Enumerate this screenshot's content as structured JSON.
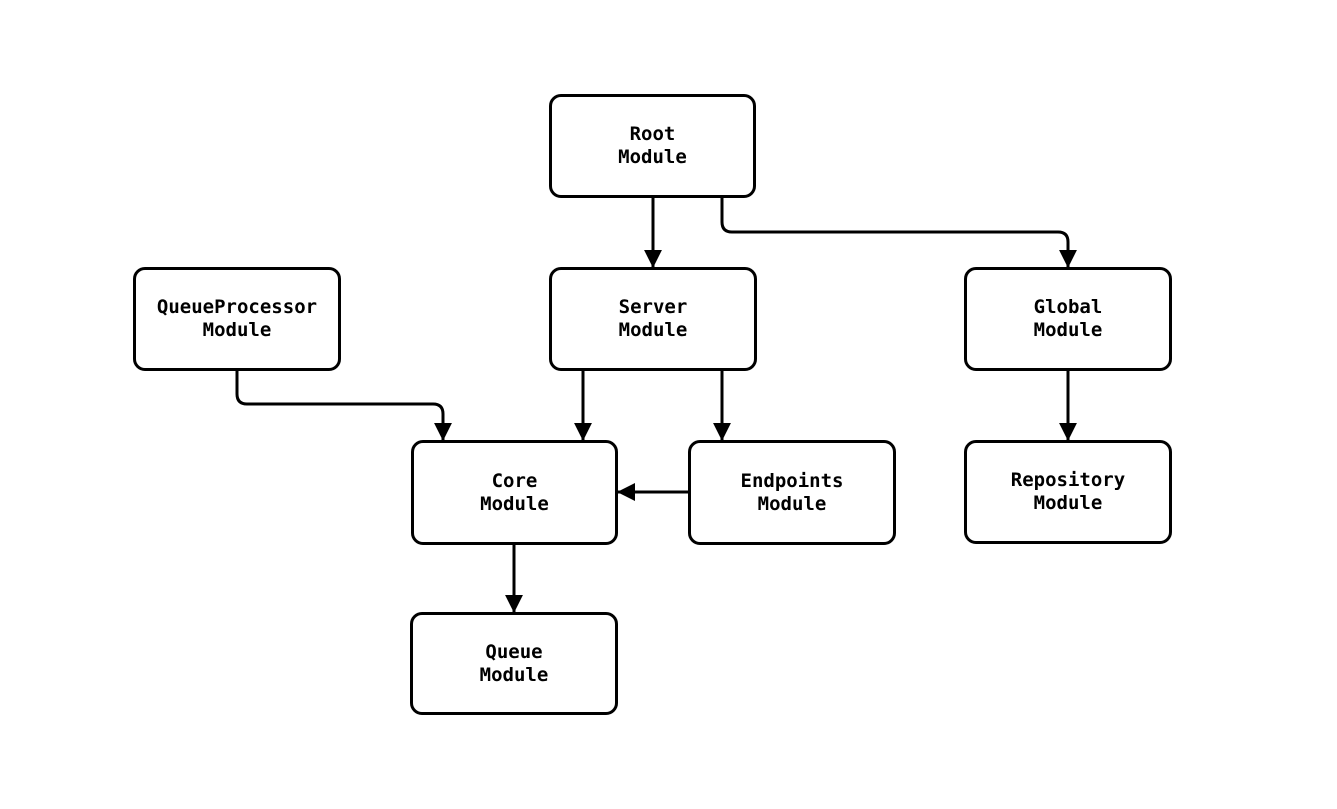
{
  "diagram": {
    "type": "module-dependency-graph",
    "background_color": "#ffffff",
    "node_fill_color": "#ffffff",
    "node_border_color": "#000000",
    "edge_color": "#000000",
    "nodes": [
      {
        "id": "root",
        "label": "Root\nModule"
      },
      {
        "id": "queueprocessor",
        "label": "QueueProcessor\nModule"
      },
      {
        "id": "server",
        "label": "Server\nModule"
      },
      {
        "id": "global",
        "label": "Global\nModule"
      },
      {
        "id": "core",
        "label": "Core\nModule"
      },
      {
        "id": "endpoints",
        "label": "Endpoints\nModule"
      },
      {
        "id": "repository",
        "label": "Repository\nModule"
      },
      {
        "id": "queue",
        "label": "Queue\nModule"
      }
    ],
    "edges": [
      {
        "from": "root",
        "to": "server"
      },
      {
        "from": "root",
        "to": "global"
      },
      {
        "from": "queueprocessor",
        "to": "core"
      },
      {
        "from": "server",
        "to": "core"
      },
      {
        "from": "server",
        "to": "endpoints"
      },
      {
        "from": "endpoints",
        "to": "core"
      },
      {
        "from": "global",
        "to": "repository"
      },
      {
        "from": "core",
        "to": "queue"
      }
    ]
  }
}
